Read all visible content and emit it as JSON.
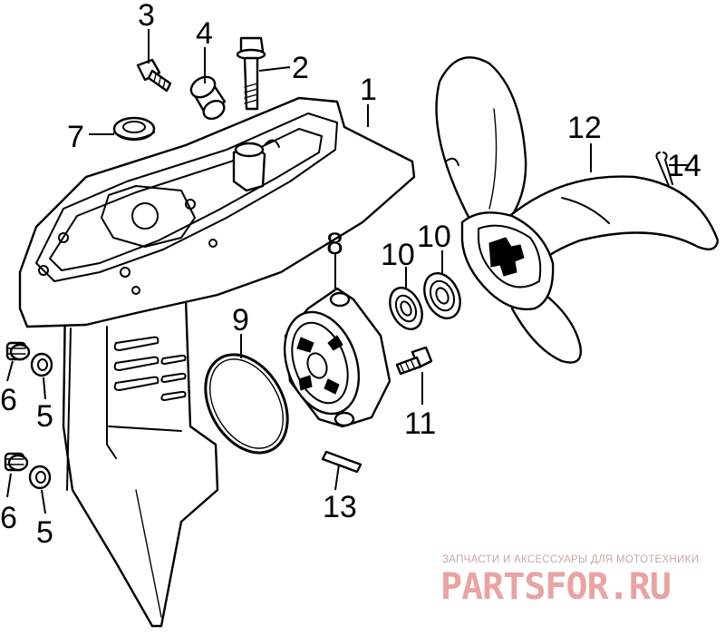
{
  "diagram": {
    "callouts": [
      {
        "id": "label-1",
        "text": "1"
      },
      {
        "id": "label-2",
        "text": "2"
      },
      {
        "id": "label-3",
        "text": "3"
      },
      {
        "id": "label-4",
        "text": "4"
      },
      {
        "id": "label-5a",
        "text": "5"
      },
      {
        "id": "label-5b",
        "text": "5"
      },
      {
        "id": "label-6a",
        "text": "6"
      },
      {
        "id": "label-6b",
        "text": "6"
      },
      {
        "id": "label-7",
        "text": "7"
      },
      {
        "id": "label-8",
        "text": "8"
      },
      {
        "id": "label-9",
        "text": "9"
      },
      {
        "id": "label-10a",
        "text": "10"
      },
      {
        "id": "label-10b",
        "text": "10"
      },
      {
        "id": "label-11",
        "text": "11"
      },
      {
        "id": "label-12",
        "text": "12"
      },
      {
        "id": "label-13",
        "text": "13"
      },
      {
        "id": "label-14",
        "text": "14"
      }
    ]
  },
  "watermark": {
    "tagline": "ЗАПЧАСТИ И АКСЕССУАРЫ ДЛЯ МОТОТЕХНИКИ",
    "logo_text": "PARTSFOR.RU",
    "color": "#e9a3a3"
  }
}
